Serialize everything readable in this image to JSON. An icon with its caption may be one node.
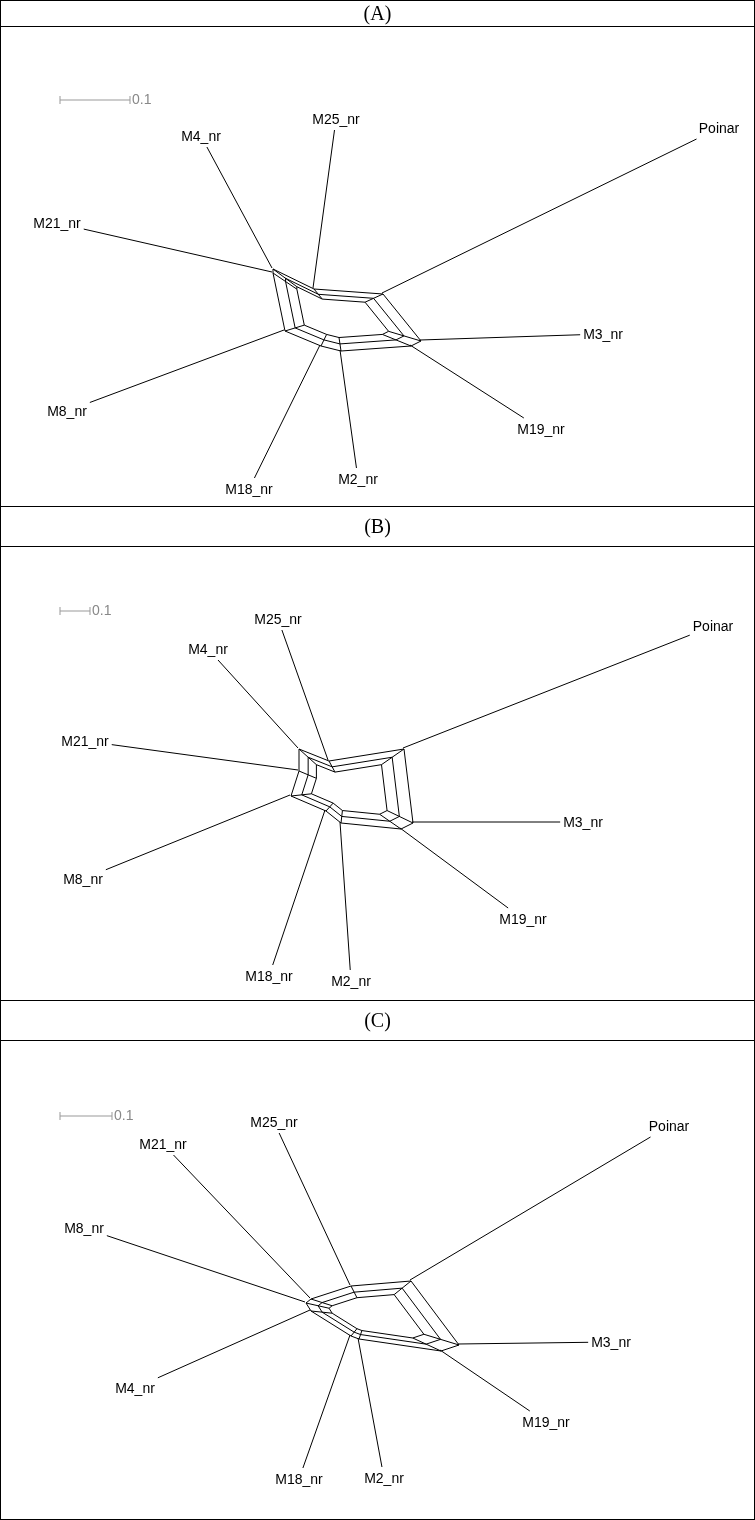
{
  "diagram": {
    "nodes": [
      {
        "text": [
          "(A)"
        ]
      },
      {
        "text": [],
        "shape": "picture",
        "in": 0
      },
      {
        "text": [
          "M25_nr"
        ],
        "in": 0
      },
      {
        "text": [
          "Poinar"
        ],
        "in": 0
      },
      {
        "text": [
          "M4_nr"
        ],
        "in": 0
      },
      {
        "text": [
          "M21_nr"
        ],
        "in": 0
      },
      {
        "text": [
          "M3_nr"
        ],
        "in": 0
      },
      {
        "text": [
          "M8_nr"
        ],
        "in": 0
      },
      {
        "text": [
          "M19_nr"
        ],
        "in": 0
      },
      {
        "text": [
          "M2_nr"
        ],
        "in": 0
      },
      {
        "text": [
          "M18_nr"
        ],
        "in": 0
      },
      {
        "text": [
          "(B)"
        ]
      },
      {
        "text": [],
        "shape": "picture",
        "in": 11
      },
      {
        "text": [
          "M25_nr"
        ],
        "in": 11
      },
      {
        "text": [
          "Poinar"
        ],
        "in": 11
      },
      {
        "text": [
          "M4_nr"
        ],
        "in": 11
      },
      {
        "text": [
          "M21_nr"
        ],
        "in": 11
      },
      {
        "text": [
          "M3_nr"
        ],
        "in": 11
      },
      {
        "text": [
          "M8_nr"
        ],
        "in": 11
      },
      {
        "text": [
          "M19_nr"
        ],
        "in": 11
      },
      {
        "text": [
          "M18_nr"
        ],
        "in": 11
      },
      {
        "text": [
          "M2_nr"
        ],
        "in": 11
      },
      {
        "text": [
          "(C)"
        ]
      },
      {
        "text": [],
        "shape": "picture",
        "in": 22
      },
      {
        "text": [
          "M25_nr"
        ],
        "in": 22
      },
      {
        "text": [
          "Poinar"
        ],
        "in": 22
      },
      {
        "text": [
          "M21_nr"
        ],
        "in": 22
      },
      {
        "text": [
          "M8_nr"
        ],
        "in": 22
      },
      {
        "text": [
          "M3_nr"
        ],
        "in": 22
      },
      {
        "text": [
          "M4_nr"
        ],
        "in": 22
      },
      {
        "text": [
          "M19_nr"
        ],
        "in": 22
      },
      {
        "text": [
          "M18_nr"
        ],
        "in": 22
      },
      {
        "text": [
          "M2_nr"
        ],
        "in": 22
      }
    ],
    "edges": [
      {
        "from": 2,
        "to": 1,
        "arrow": "none"
      },
      {
        "from": 3,
        "to": 1,
        "arrow": "none"
      },
      {
        "from": 4,
        "to": 1,
        "arrow": "none"
      },
      {
        "from": 5,
        "to": 1,
        "arrow": "none"
      },
      {
        "from": 6,
        "to": 1,
        "arrow": "none"
      },
      {
        "from": 7,
        "to": 1,
        "arrow": "none"
      },
      {
        "from": 8,
        "to": 1,
        "arrow": "none"
      },
      {
        "from": 9,
        "to": 1,
        "arrow": "none"
      },
      {
        "from": 10,
        "to": 1,
        "arrow": "none"
      },
      {
        "from": 13,
        "to": 12,
        "arrow": "none"
      },
      {
        "from": 14,
        "to": 12,
        "arrow": "none"
      },
      {
        "from": 15,
        "to": 12,
        "arrow": "none"
      },
      {
        "from": 16,
        "to": 12,
        "arrow": "none"
      },
      {
        "from": 17,
        "to": 12,
        "arrow": "none"
      },
      {
        "from": 18,
        "to": 12,
        "arrow": "none"
      },
      {
        "from": 19,
        "to": 12,
        "arrow": "none"
      },
      {
        "from": 20,
        "to": 12,
        "arrow": "none"
      },
      {
        "from": 21,
        "to": 12,
        "arrow": "none"
      },
      {
        "from": 24,
        "to": 23,
        "arrow": "none"
      },
      {
        "from": 25,
        "to": 23,
        "arrow": "none"
      },
      {
        "from": 26,
        "to": 23,
        "arrow": "none"
      },
      {
        "from": 27,
        "to": 23,
        "arrow": "none"
      },
      {
        "from": 28,
        "to": 23,
        "arrow": "none"
      },
      {
        "from": 29,
        "to": 23,
        "arrow": "none"
      },
      {
        "from": 30,
        "to": 23,
        "arrow": "none"
      },
      {
        "from": 31,
        "to": 23,
        "arrow": "none"
      },
      {
        "from": 32,
        "to": 23,
        "arrow": "none"
      }
    ],
    "labels": [
      "0.1",
      "0.1",
      "0.1"
    ]
  }
}
